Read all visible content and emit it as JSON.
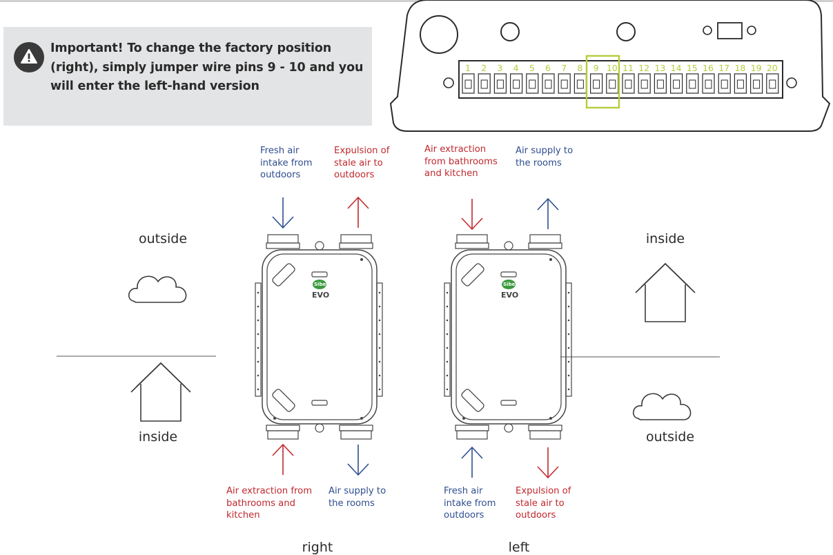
{
  "note": {
    "text": "Important!  To change the factory position (right), simply jumper wire pins 9 - 10 and you will enter the left-hand version"
  },
  "terminal": {
    "pins": [
      "1",
      "2",
      "3",
      "4",
      "5",
      "6",
      "7",
      "8",
      "9",
      "10",
      "11",
      "12",
      "13",
      "14",
      "15",
      "16",
      "17",
      "18",
      "19",
      "20"
    ],
    "highlight": [
      "9",
      "10"
    ],
    "pin_color": "#b5cd3a"
  },
  "right_config": {
    "caption": "right",
    "top_left_label": "Fresh air\nintake from\noutdoors",
    "top_right_label": "Expulsion of\nstale air to\noutdoors",
    "bottom_left_label": "Air extraction from\nbathrooms and\nkitchen",
    "bottom_right_label": "Air supply to\nthe rooms",
    "zone_top": "outside",
    "zone_bottom": "inside"
  },
  "left_config": {
    "caption": "left",
    "top_left_label": "Air extraction\nfrom bathrooms\nand kitchen",
    "top_right_label": "Air supply to\nthe rooms",
    "bottom_left_label": "Fresh air\nintake from\noutdoors",
    "bottom_right_label": "Expulsion of\nstale air to\noutdoors",
    "zone_top": "inside",
    "zone_bottom": "outside"
  },
  "unit": {
    "brand_badge": "Siber",
    "model": "EVO"
  },
  "colors": {
    "red": "#c0282d",
    "blue": "#2e4d8e",
    "highlight": "#b5cd3a"
  },
  "icons": [
    "warning-icon",
    "cloud-icon",
    "house-icon"
  ]
}
